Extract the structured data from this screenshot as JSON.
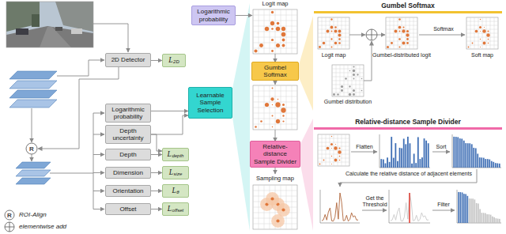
{
  "diagram": {
    "nodes": [
      {
        "text": [
          "2D Detector"
        ]
      },
      {
        "text": [
          "L",
          "2D"
        ]
      },
      {
        "text": [
          "Logarithmic probability"
        ]
      },
      {
        "text": [
          "Depth uncertainty"
        ]
      },
      {
        "text": [
          "Depth"
        ]
      },
      {
        "text": [
          "Dimension"
        ]
      },
      {
        "text": [
          "Orientation"
        ]
      },
      {
        "text": [
          "Offset"
        ]
      },
      {
        "text": [
          "L",
          "depth"
        ]
      },
      {
        "text": [
          "L",
          "size"
        ]
      },
      {
        "text": [
          "L",
          "θ"
        ]
      },
      {
        "text": [
          "L",
          "offset"
        ]
      },
      {
        "text": [
          "Learnable Sample Selection"
        ]
      },
      {
        "text": [
          "Logarithmic probability"
        ]
      },
      {
        "text": [
          "Gumbel Softmax"
        ]
      },
      {
        "text": [
          "Relative-distance Sample Divider"
        ]
      },
      {
        "text": [
          "Gumbel Softmax"
        ]
      },
      {
        "text": [
          "Relative-distance Sample Divider"
        ]
      }
    ],
    "edges": [
      {
        "from": 0,
        "to": 1,
        "arrow": "to"
      },
      {
        "from": 2,
        "to": 12,
        "arrow": "to"
      },
      {
        "from": 3,
        "to": 12,
        "arrow": "to"
      },
      {
        "from": 3,
        "to": 8,
        "arrow": "to"
      },
      {
        "from": 4,
        "to": 8,
        "arrow": "to"
      },
      {
        "from": 5,
        "to": 9,
        "arrow": "to"
      },
      {
        "from": 6,
        "to": 10,
        "arrow": "to"
      },
      {
        "from": 7,
        "to": 11,
        "arrow": "to"
      }
    ],
    "labels": [
      "R",
      "Logit map",
      "Sampling map",
      "Logit map",
      "Gumbel-distributed logit",
      "Softmax",
      "Soft map",
      "Gumbel distribution",
      "Flatten",
      "Sort",
      "Calculate the relative distance of adjacent elements",
      "Get the Threshold",
      "Filter",
      "R"
    ],
    "legend": [
      {
        "text": "ROI-Align"
      },
      {
        "text": "elementwise add"
      }
    ]
  }
}
